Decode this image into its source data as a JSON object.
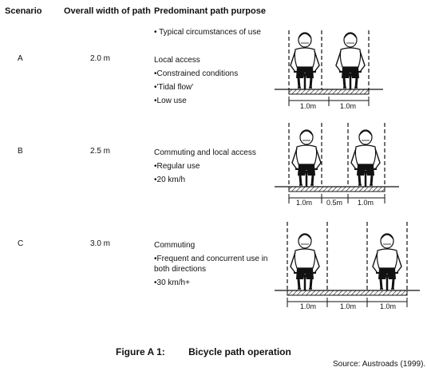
{
  "headers": {
    "scenario": "Scenario",
    "width": "Overall width of path",
    "purpose": "Predominant path purpose"
  },
  "typical_note": "• Typical circumstances of use",
  "rows": [
    {
      "scenario": "A",
      "width": "2.0 m",
      "purpose_title": "Local access",
      "uses": [
        "•Constrained conditions",
        "•'Tidal flow'",
        "•Low use"
      ],
      "dims": [
        "1.0m",
        "1.0m"
      ]
    },
    {
      "scenario": "B",
      "width": "2.5 m",
      "purpose_title": "Commuting and local access",
      "uses": [
        "•Regular use",
        "•20 km/h"
      ],
      "dims": [
        "1.0m",
        "0.5m",
        "1.0m"
      ]
    },
    {
      "scenario": "C",
      "width": "3.0 m",
      "purpose_title": "Commuting",
      "uses": [
        "•Frequent and concurrent use in both directions",
        "•30 km/h+"
      ],
      "dims": [
        "1.0m",
        "1.0m",
        "1.0m"
      ]
    }
  ],
  "caption": {
    "label": "Figure A 1:",
    "title": "Bicycle path operation"
  },
  "source": "Source: Austroads (1999)."
}
